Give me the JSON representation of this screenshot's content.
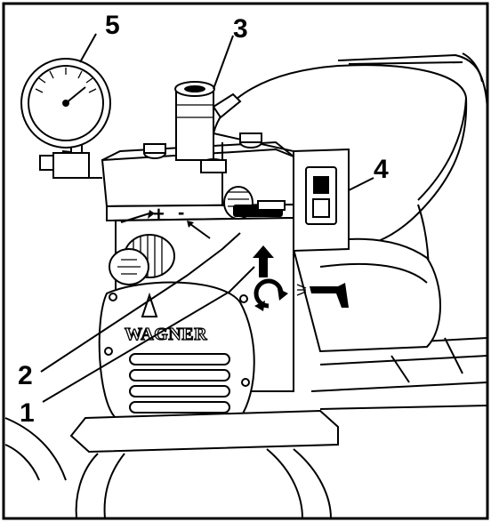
{
  "callouts": {
    "c1": "1",
    "c2": "2",
    "c3": "3",
    "c4": "4",
    "c5": "5"
  },
  "pressure_panel": {
    "plus": "+",
    "minus": "-"
  },
  "logo": "WAGNER"
}
